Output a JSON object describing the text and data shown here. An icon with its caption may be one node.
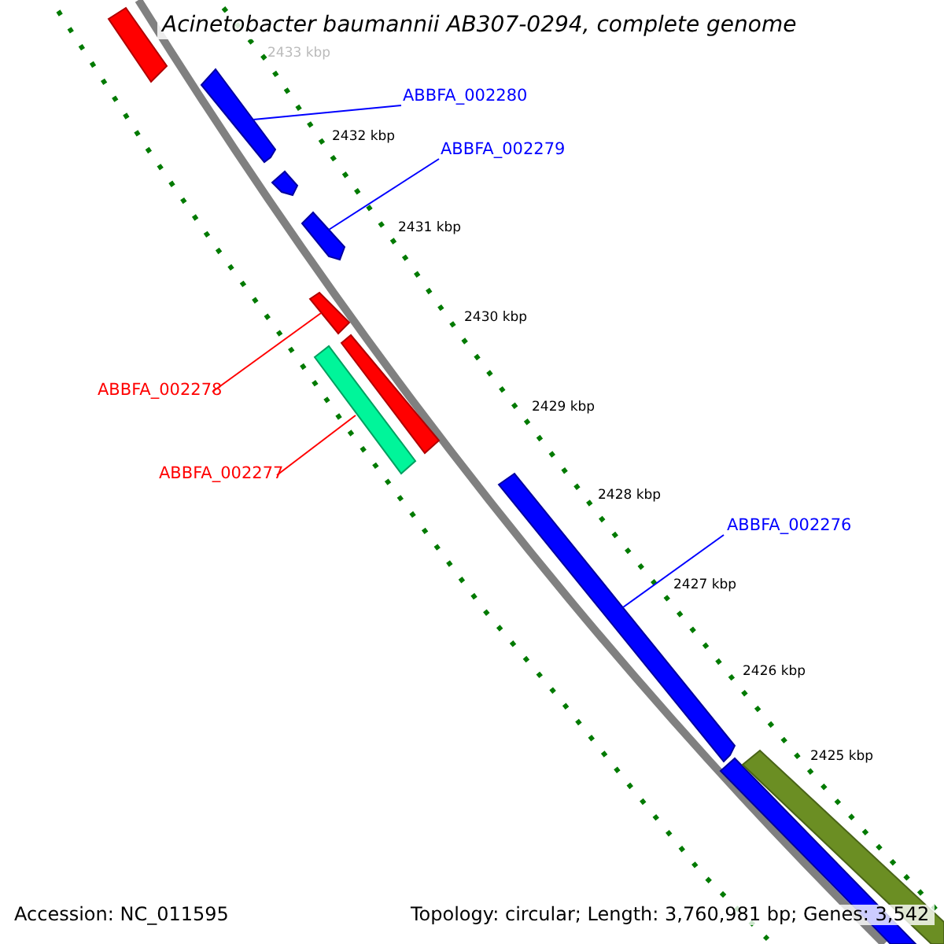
{
  "diagram": {
    "title": "Acinetobacter baumannii AB307-0294, complete genome",
    "nodes": [
      {
        "text": [
          "ABBFA_002280"
        ]
      },
      {
        "text": [],
        "shape": "bar"
      },
      {
        "text": [
          "ABBFA_002279"
        ]
      },
      {
        "text": [],
        "shape": "bar"
      },
      {
        "text": [
          "ABBFA_002278"
        ]
      },
      {
        "text": [],
        "shape": "bar"
      },
      {
        "text": [
          "ABBFA_002277"
        ]
      },
      {
        "text": [],
        "shape": "bar"
      },
      {
        "text": [
          "ABBFA_002276"
        ]
      },
      {
        "text": [],
        "shape": "bar"
      },
      {
        "text": [],
        "shape": "bar"
      },
      {
        "text": [],
        "shape": "bar"
      },
      {
        "text": [],
        "shape": "bar"
      },
      {
        "text": [],
        "shape": "bar"
      },
      {
        "text": [],
        "shape": "bar"
      }
    ],
    "edges": [
      {
        "from": 0,
        "to": 1,
        "arrow": "none"
      },
      {
        "from": 2,
        "to": 3,
        "arrow": "none"
      },
      {
        "from": 4,
        "to": 5,
        "arrow": "none",
        "color": "#ff0000"
      },
      {
        "from": 6,
        "to": 7,
        "arrow": "none",
        "color": "#ff0000"
      },
      {
        "from": 8,
        "to": 9,
        "arrow": "none"
      }
    ],
    "labels": [
      "2433 kbp",
      "2432 kbp",
      "2431 kbp",
      "2430 kbp",
      "2429 kbp",
      "2428 kbp",
      "2427 kbp",
      "2426 kbp",
      "2425 kbp",
      "Accession: NC_011595",
      "Topology: circular; Length: 3,760,981 bp; Genes: 3,542"
    ]
  }
}
